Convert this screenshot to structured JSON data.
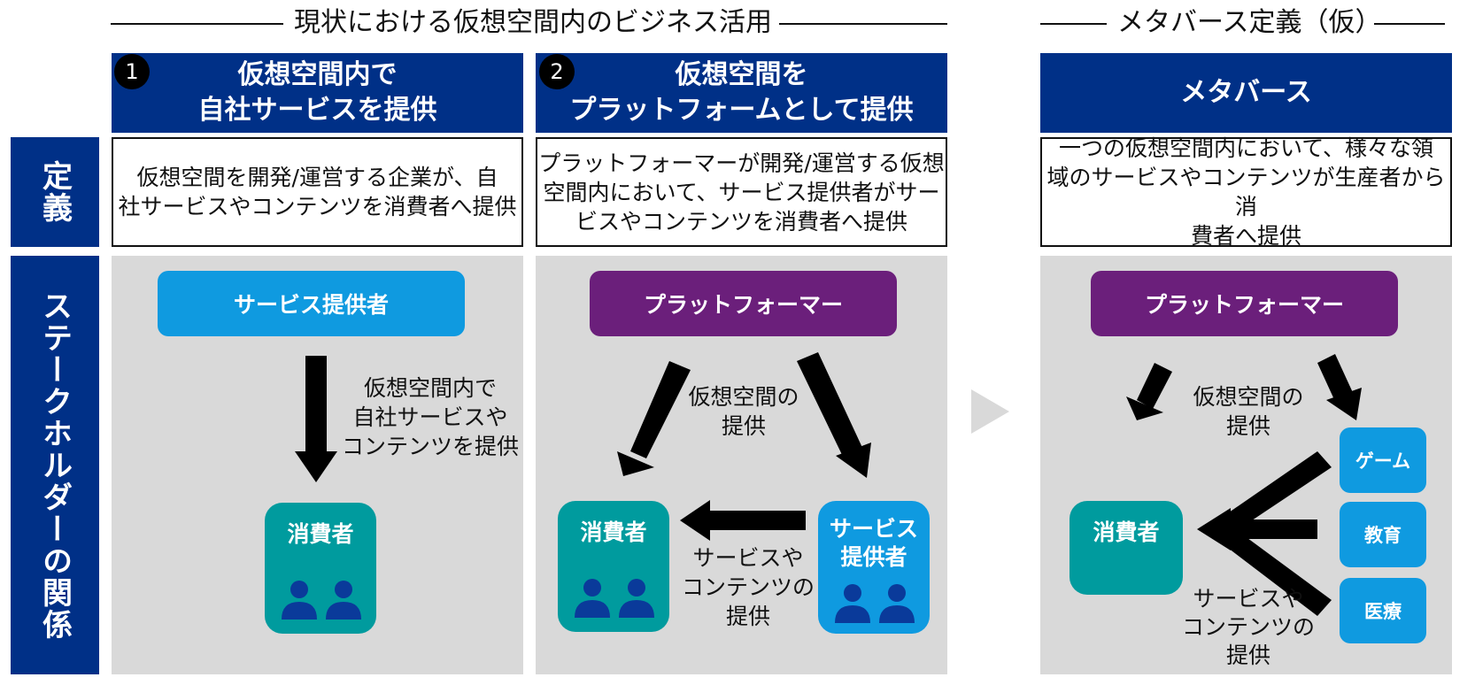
{
  "titles": {
    "left": "現状における仮想空間内のビジネス活用",
    "right": "メタバース定義（仮）"
  },
  "side_labels": {
    "definition": "定義",
    "stakeholders": "ステークホルダーの関係"
  },
  "columns": [
    {
      "number": "1",
      "header_line1": "仮想空間内で",
      "header_line2": "自社サービスを提供",
      "definition": [
        "仮想空間を開発/運営する企業が、自",
        "社サービスやコンテンツを消費者へ提供"
      ],
      "top_box": "サービス提供者",
      "arrow_label": [
        "仮想空間内で",
        "自社サービスや",
        "コンテンツを提供"
      ],
      "consumer": "消費者"
    },
    {
      "number": "2",
      "header_line1": "仮想空間を",
      "header_line2": "プラットフォームとして提供",
      "definition": [
        "プラットフォーマーが開発/運営する仮想",
        "空間内において、サービス提供者がサー",
        "ビスやコンテンツを消費者へ提供"
      ],
      "top_box": "プラットフォーマー",
      "platform_label": [
        "仮想空間の",
        "提供"
      ],
      "consumer": "消費者",
      "provider": [
        "サービス",
        "提供者"
      ],
      "service_label": [
        "サービスや",
        "コンテンツの",
        "提供"
      ]
    },
    {
      "header": "メタバース",
      "definition": [
        "一つの仮想空間内において、様々な領",
        "域のサービスやコンテンツが生産者から消",
        "費者へ提供"
      ],
      "top_box": "プラットフォーマー",
      "platform_label": [
        "仮想空間の",
        "提供"
      ],
      "consumer": "消費者",
      "domains": [
        "ゲーム",
        "教育",
        "医療"
      ],
      "service_label": [
        "サービスや",
        "コンテンツの",
        "提供"
      ]
    }
  ],
  "colors": {
    "navy": "#003087",
    "light_blue": "#0f9ae0",
    "purple": "#6b1f7b",
    "teal": "#009b9e",
    "panel_gray": "#d9d9d9",
    "person_icon": "#0a3a9a"
  }
}
